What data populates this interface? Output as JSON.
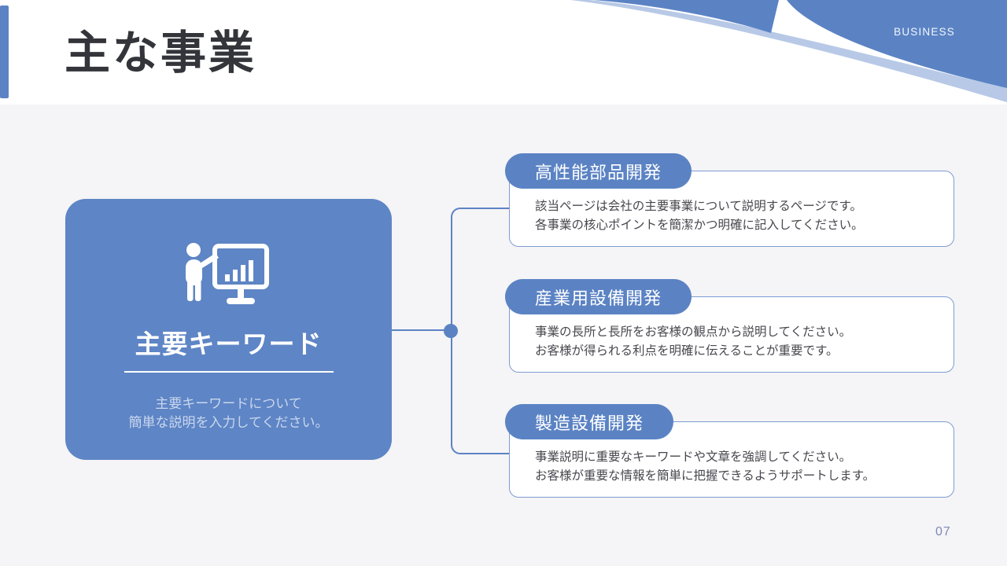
{
  "slide": {
    "title": "主な事業",
    "header_tag": "BUSINESS",
    "page_number": "07"
  },
  "keyword_card": {
    "icon": "presenter-with-chart-board-icon",
    "title": "主要キーワード",
    "description_line1": "主要キーワードについて",
    "description_line2": "簡単な説明を入力してください。"
  },
  "business_items": [
    {
      "label": "高性能部品開発",
      "line1": "該当ページは会社の主要事業について説明するページです。",
      "line2": "各事業の核心ポイントを簡潔かつ明確に記入してください。"
    },
    {
      "label": "産業用設備開発",
      "line1": "事業の長所と長所をお客様の観点から説明してください。",
      "line2": "お客様が得られる利点を明確に伝えることが重要です。"
    },
    {
      "label": "製造設備開発",
      "line1": "事業説明に重要なキーワードや文章を強調してください。",
      "line2": "お客様が重要な情報を簡単に把握できるようサポートします。"
    }
  ],
  "colors": {
    "accent": "#5b83c4",
    "card": "#5e85c5",
    "pale_stripe": "#b7c9e6",
    "box_border": "#7e9cd2",
    "body_bg": "#f5f4f6",
    "text_dark": "#33353a",
    "text_body": "#47474e",
    "page_number": "#8089b8"
  }
}
